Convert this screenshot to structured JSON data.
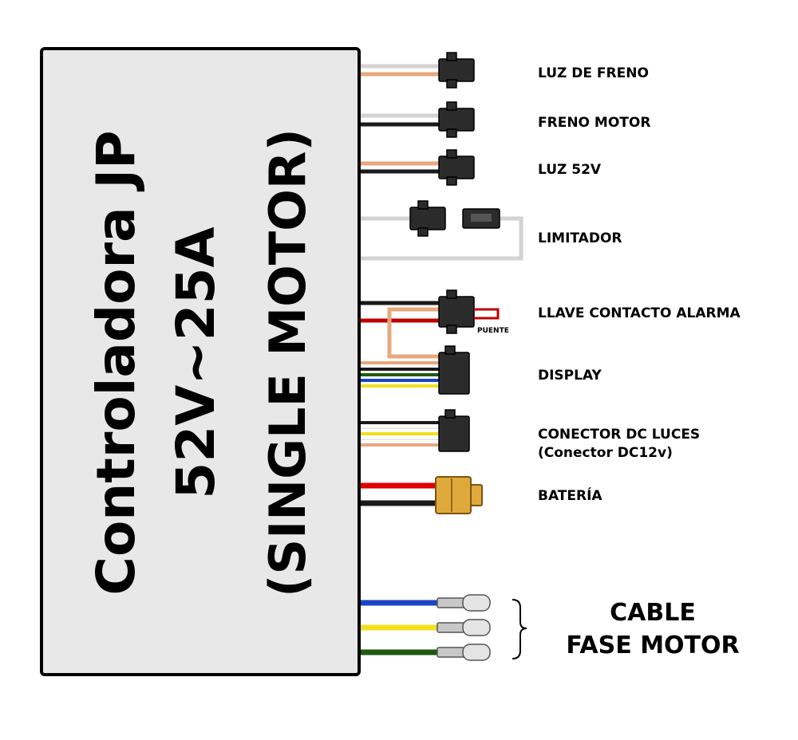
{
  "controller": {
    "line1": "Controladora JP",
    "line2": "52V~25A",
    "line3": "(SINGLE MOTOR)"
  },
  "labels": {
    "luz_freno": "LUZ DE FRENO",
    "freno_motor": "FRENO MOTOR",
    "luz_52v": "LUZ 52V",
    "limitador": "LIMITADOR",
    "llave": "LLAVE CONTACTO ALARMA",
    "puente": "PUENTE",
    "display": "DISPLAY",
    "dc_luces": "CONECTOR DC LUCES",
    "dc_luces_sub": "(Conector DC12v)",
    "bateria": "BATERÍA",
    "fase_1": "CABLE",
    "fase_2": "FASE MOTOR"
  },
  "colors": {
    "box_fill": "#e8e8e8",
    "white_wire": "#d3d3d3",
    "black_wire": "#1a1a1a",
    "orange_wire": "#e8a87c",
    "red_wire": "#e00000",
    "dark_red_wire": "#c00000",
    "green_wire": "#1e5a10",
    "blue_wire": "#1a44c8",
    "yellow_wire": "#f0e020",
    "connector": "#2b2b2b",
    "xt60": "#e0a93c"
  }
}
